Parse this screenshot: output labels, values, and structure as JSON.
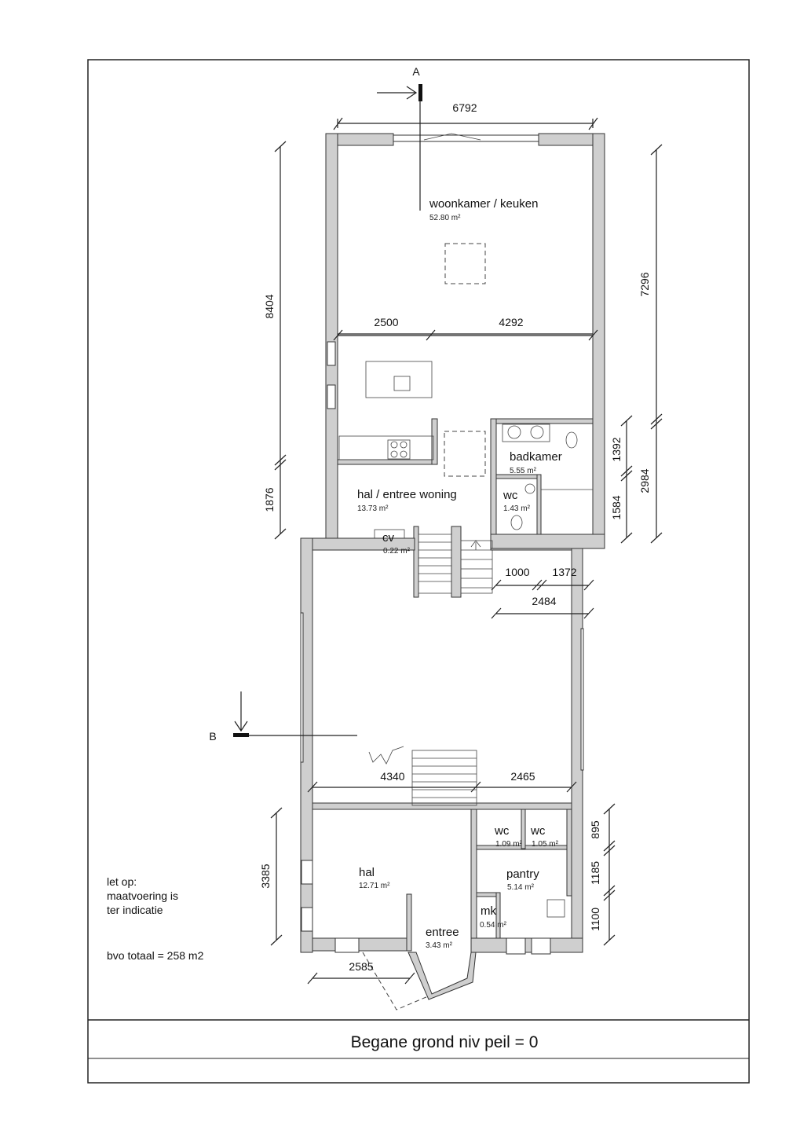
{
  "section_markers": {
    "a": "A",
    "b": "B"
  },
  "rooms": [
    {
      "name": "woonkamer / keuken",
      "area": "52.80 m²"
    },
    {
      "name": "badkamer",
      "area": "5.55 m²"
    },
    {
      "name": "hal / entree woning",
      "area": "13.73 m²"
    },
    {
      "name": "wc",
      "area": "1.43 m²"
    },
    {
      "name": "cv",
      "area": "0.22 m²"
    },
    {
      "name": "hal",
      "area": "12.71 m²"
    },
    {
      "name": "wc",
      "area": "1.09 m²"
    },
    {
      "name": "wc",
      "area": "1.05 m²"
    },
    {
      "name": "pantry",
      "area": "5.14 m²"
    },
    {
      "name": "mk",
      "area": "0.54 m²"
    },
    {
      "name": "entree",
      "area": "3.43 m²"
    }
  ],
  "dimensions": {
    "top_width": "6792",
    "left_upper": "8404",
    "left_lower": "1876",
    "right_upper": "7296",
    "right_mid": "1392",
    "right_total": "2984",
    "right_low": "1584",
    "split_left": "2500",
    "split_right": "4292",
    "stair_a": "1000",
    "stair_b": "1372",
    "stair_total": "2484",
    "lower_left": "4340",
    "lower_right": "2465",
    "hal_height": "3385",
    "wc_height": "895",
    "pantry_height": "1185",
    "mk_height": "1100",
    "bottom_width": "2585"
  },
  "notes": {
    "line1": "let op:",
    "line2": "maatvoering is",
    "line3": "ter indicatie",
    "bvo": "bvo totaal = 258 m2"
  },
  "title": "Begane grond niv peil = 0"
}
